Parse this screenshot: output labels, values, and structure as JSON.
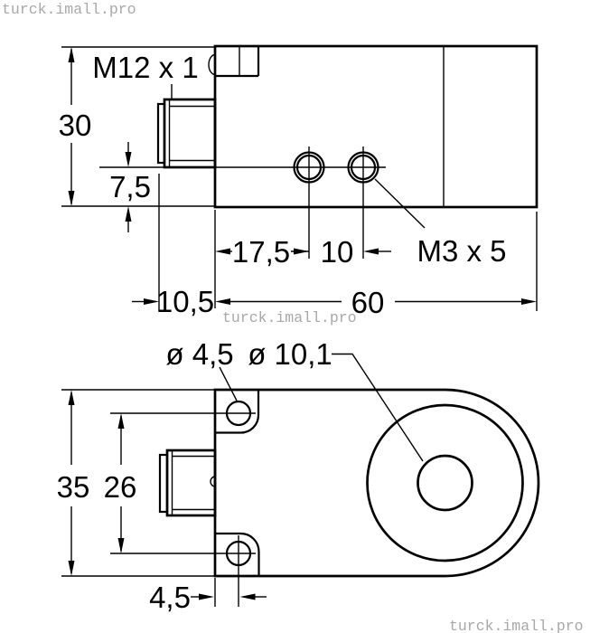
{
  "watermark": {
    "text": "turck.imall.pro"
  },
  "colors": {
    "line": "#000000",
    "watermark": "#a8a8a8",
    "background": "#ffffff"
  },
  "side_view": {
    "thread_label": "M12 x 1",
    "screw_hole_label": "M3 x 5",
    "dims": {
      "height": "30",
      "axis_offset": "7,5",
      "hole_left": "17,5",
      "hole_pitch": "10",
      "connector_overhang": "10,5",
      "length": "60"
    }
  },
  "front_view": {
    "dims": {
      "mount_hole_dia": "ø 4,5",
      "bore_dia": "ø 10,1",
      "height": "35",
      "hole_pitch": "26",
      "hole_edge": "4,5"
    }
  }
}
